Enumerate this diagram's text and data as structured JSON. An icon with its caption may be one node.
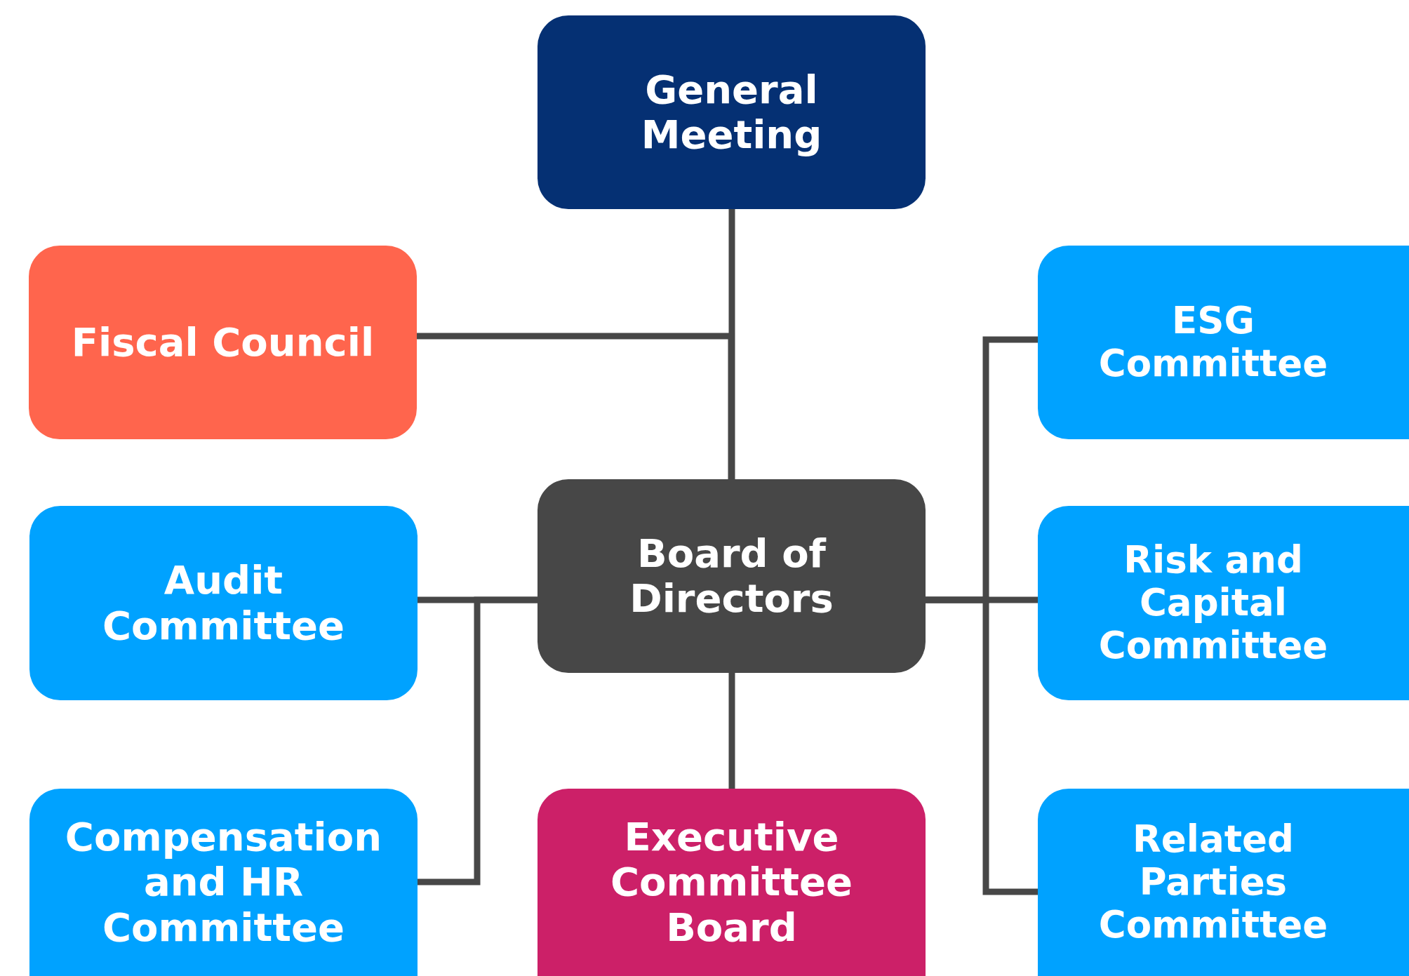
{
  "diagram": {
    "nodes": [
      {
        "text": [
          "General Meeting"
        ]
      },
      {
        "text": [
          "Fiscal Council"
        ]
      },
      {
        "text": [
          "ESG Committee"
        ]
      },
      {
        "text": [
          "Audit Committee"
        ]
      },
      {
        "text": [
          "Board of Directors"
        ]
      },
      {
        "text": [
          "Risk and Capital Committee"
        ]
      },
      {
        "text": [
          "Compensation and HR Committee"
        ]
      },
      {
        "text": [
          "Executive Committee Board"
        ]
      },
      {
        "text": [
          "Related Parties Committee"
        ]
      }
    ],
    "edges": [
      {
        "from": 0,
        "to": 4,
        "arrow": "none"
      },
      {
        "from": 4,
        "to": 1,
        "arrow": "none"
      },
      {
        "from": 4,
        "to": 3,
        "arrow": "none"
      },
      {
        "from": 4,
        "to": 6,
        "arrow": "none"
      },
      {
        "from": 4,
        "to": 7,
        "arrow": "none"
      },
      {
        "from": 4,
        "to": 2,
        "arrow": "none"
      },
      {
        "from": 4,
        "to": 5,
        "arrow": "none"
      },
      {
        "from": 4,
        "to": 8,
        "arrow": "none"
      }
    ]
  }
}
